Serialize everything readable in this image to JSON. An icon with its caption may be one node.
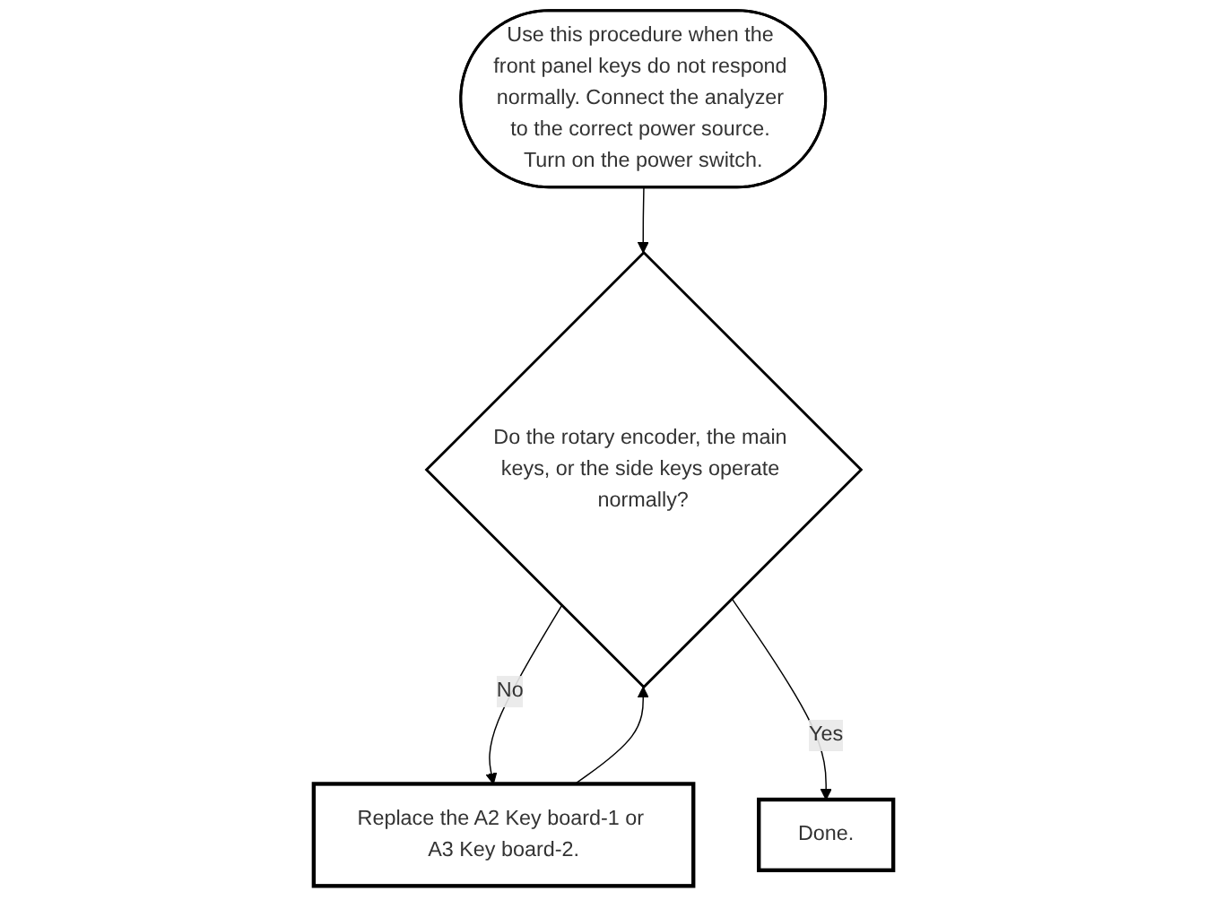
{
  "diagram": {
    "nodes": [
      {
        "text": [
          "Use this procedure when the front panel keys do not respond normally. Connect the analyzer to the correct power source. Turn on the power switch."
        ]
      },
      {
        "text": [
          "Do the rotary encoder, the main keys, or the side keys operate normally?"
        ]
      },
      {
        "text": [
          "Replace the A2 Key board-1 or A3 Key board-2."
        ]
      },
      {
        "text": [
          "Done."
        ]
      }
    ],
    "edges": [
      {
        "from": 0,
        "to": 1,
        "arrow": "to"
      },
      {
        "from": 1,
        "to": 2,
        "arrow": "to",
        "label": "No"
      },
      {
        "from": 2,
        "to": 1,
        "arrow": "to"
      },
      {
        "from": 1,
        "to": 3,
        "arrow": "to",
        "label": "Yes"
      }
    ]
  }
}
